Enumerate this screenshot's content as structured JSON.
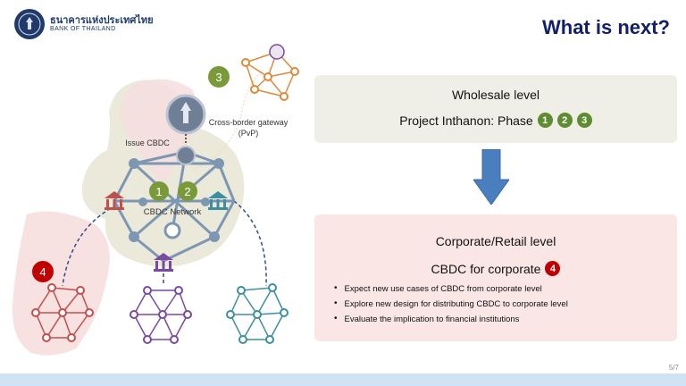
{
  "header": {
    "logo_thai": "ธนาคารแห่งประเทศไทย",
    "logo_english": "BANK OF THAILAND",
    "title": "What is next?"
  },
  "diagram": {
    "phase3_number": "3",
    "cross_border_label_line1": "Cross-border gateway",
    "cross_border_label_line2": "(PvP)",
    "issue_cbdc_label": "Issue CBDC",
    "phase1_number": "1",
    "phase2_number": "2",
    "cbdc_network_label": "CBDC Network",
    "phase4_number": "4",
    "colors": {
      "network_blue": "#7d97b3",
      "cross_border_orange": "#dd8a3a",
      "retail_red": "#c0504d",
      "retail_purple": "#7a4aa0",
      "retail_teal": "#3d8fa0",
      "phase_green": "#7a9a3a",
      "phase4_red": "#c00000"
    }
  },
  "wholesale": {
    "heading": "Wholesale level",
    "phase_text": "Project Inthanon: Phase",
    "phases": [
      "1",
      "2",
      "3"
    ]
  },
  "retail": {
    "heading": "Corporate/Retail level",
    "subheading": "CBDC for corporate",
    "phase": "4",
    "bullets": [
      "Expect new use cases of CBDC from corporate level",
      "Explore new design for distributing CBDC to corporate level",
      "Evaluate the implication to financial institutions"
    ]
  },
  "footer": {
    "page_number": "5/7"
  }
}
